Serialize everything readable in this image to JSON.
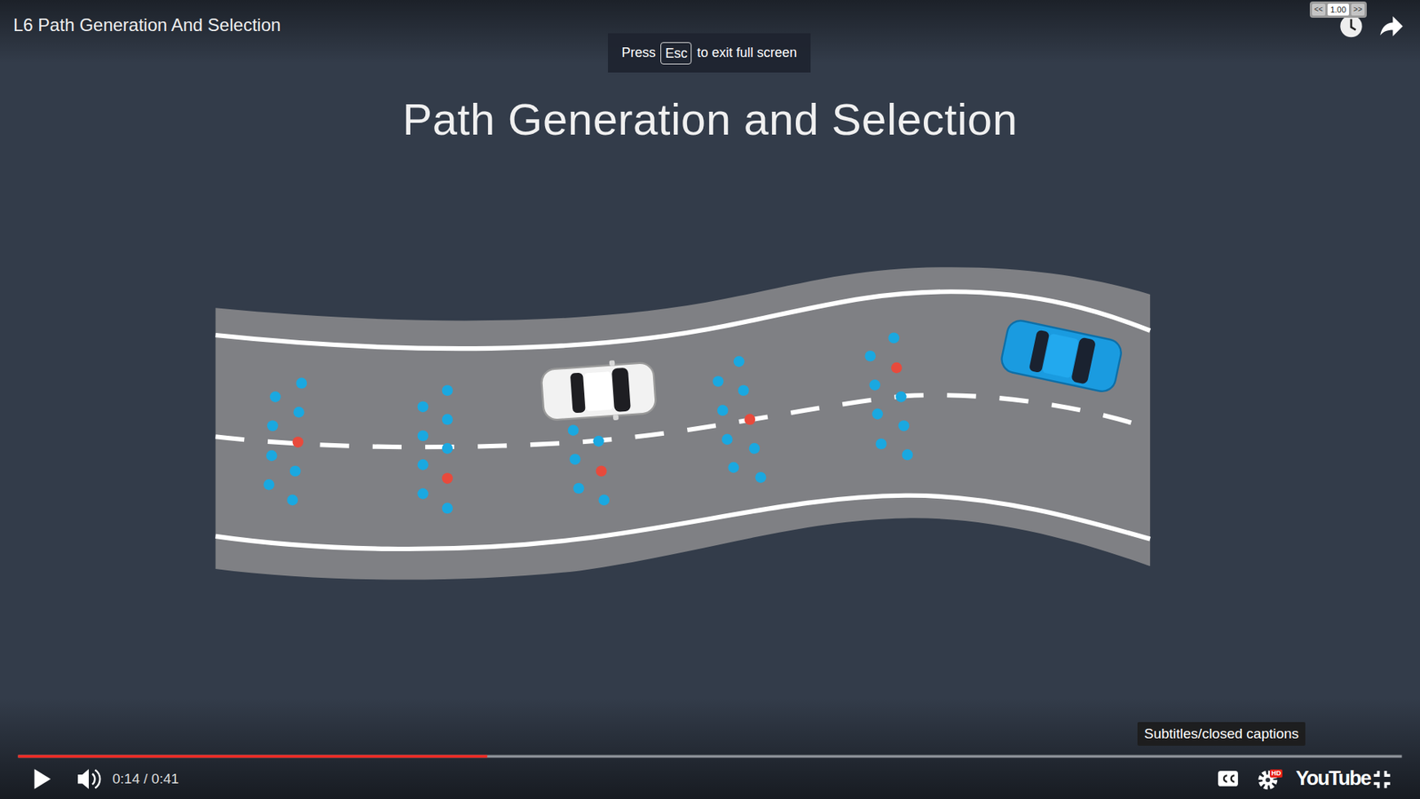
{
  "diagram": {
    "title": "Path Generation and Selection",
    "nodes": [
      {
        "text": [
          "Press",
          "to exit full screen"
        ]
      },
      {
        "text": [
          "Esc"
        ],
        "in": 0
      },
      {
        "text": [
          "<<",
          "1.00",
          ">>"
        ]
      },
      {
        "text": [
          "Subtitles/closed captions"
        ]
      }
    ],
    "labels": [
      "L6 Path Generation And Selection",
      "0:14 / 0:41",
      "HD",
      "YouTube"
    ]
  }
}
